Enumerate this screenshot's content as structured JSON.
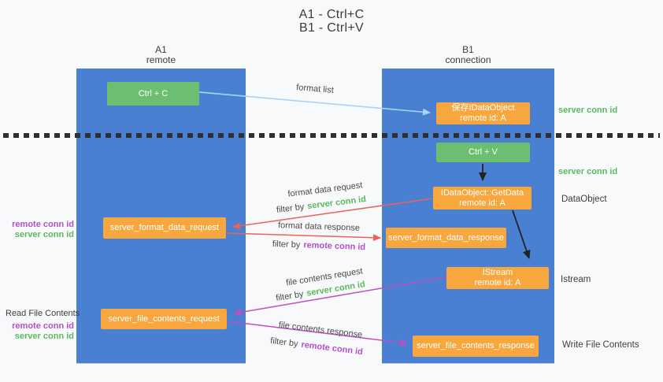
{
  "title": {
    "line1": "A1 - Ctrl+C",
    "line2": "B1 - Ctrl+V"
  },
  "lanes": {
    "left": {
      "name_line": "A1",
      "role_line": "remote"
    },
    "right": {
      "name_line": "B1",
      "role_line": "connection"
    }
  },
  "nodes": {
    "ctrl_c": {
      "label": "Ctrl + C"
    },
    "save_idataobject": {
      "line1": "保存IDataObject",
      "line2": "remote id: A"
    },
    "ctrl_v": {
      "label": "Ctrl + V"
    },
    "getdata": {
      "line1": "IDataObject::GetData",
      "line2": "remote id: A"
    },
    "format_request": {
      "label": "server_format_data_request"
    },
    "format_response": {
      "label": "server_format_data_response"
    },
    "istream": {
      "line1": "IStream",
      "line2": "remote id: A"
    },
    "file_request": {
      "label": "server_file_contents_request"
    },
    "file_response": {
      "label": "server_file_contents_response"
    }
  },
  "flow_labels": {
    "format_list": "format list",
    "format_request_line": "format data request",
    "format_request_filter_prefix": "filter by",
    "format_request_filter_key": "server conn id",
    "format_response_line": "format data response",
    "format_response_filter_prefix": "filter by",
    "format_response_filter_key": "remote conn id",
    "file_request_line": "file contents request",
    "file_request_filter_prefix": "filter by",
    "file_request_filter_key": "server conn id",
    "file_response_line": "file contents response",
    "file_response_filter_prefix": "filter by",
    "file_response_filter_key": "remote conn id"
  },
  "left_annotations": {
    "format_remote_conn_id": "remote conn id",
    "format_server_conn_id": "server conn id",
    "read_file_contents": "Read File Contents",
    "file_remote_conn_id": "remote conn id",
    "file_server_conn_id": "server conn id"
  },
  "right_annotations": {
    "top_server_conn_id": "server conn id",
    "mid_server_conn_id": "server conn id",
    "dataobject": "DataObject",
    "istream": "Istream",
    "write_file_contents": "Write File Contents"
  },
  "colors": {
    "background": "#f8f9fb",
    "lane_blue": "#4a80d2",
    "node_green": "#6cbf70",
    "node_orange": "#f8a63e",
    "arrow_light_blue": "#a9d3f5",
    "arrow_red": "#e9635a",
    "arrow_magenta": "#bd4fc0",
    "arrow_black": "#222222",
    "text_green": "#5cb85c",
    "text_magenta": "#b44fc9",
    "text_dark": "#3d3d3d"
  }
}
